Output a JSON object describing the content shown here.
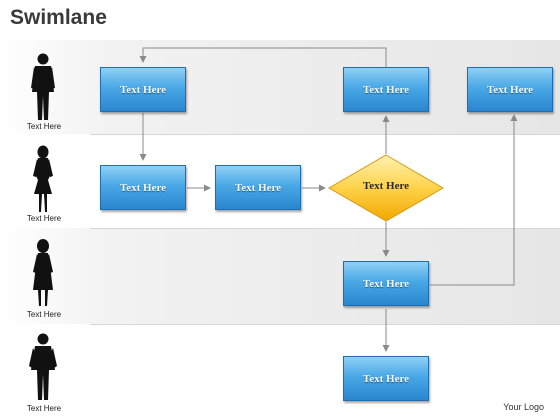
{
  "title": "Swimlane",
  "lanes": [
    {
      "label": "Text Here"
    },
    {
      "label": "Text Here"
    },
    {
      "label": "Text Here"
    },
    {
      "label": "Text Here"
    }
  ],
  "nodes": {
    "lane1_box1": "Text Here",
    "lane1_box2": "Text Here",
    "lane1_box3": "Text Here",
    "lane2_box1": "Text Here",
    "lane2_box2": "Text Here",
    "lane2_decision": "Text Here",
    "lane3_box1": "Text Here",
    "lane4_box1": "Text Here"
  },
  "footer": {
    "logo": "Your Logo"
  },
  "colors": {
    "box_top": "#8fd0f6",
    "box_bottom": "#2a86cf",
    "decision_fill": "#ffd24a",
    "connector": "#8a8a8a"
  }
}
